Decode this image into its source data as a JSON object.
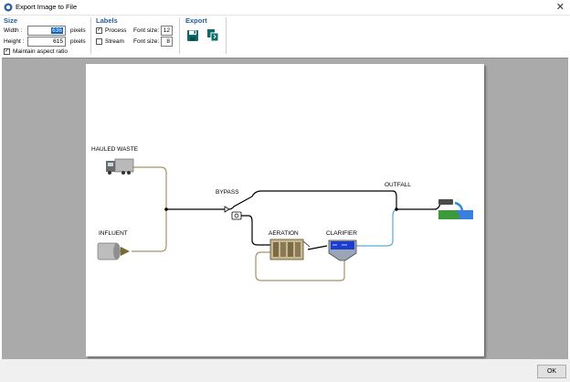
{
  "window": {
    "title": "Export Image to File",
    "close_glyph": "✕"
  },
  "size": {
    "title": "Size",
    "width_label": "Width :",
    "width_value": "636",
    "width_unit": "pixels",
    "height_label": "Height :",
    "height_value": "615",
    "height_unit": "pixels",
    "aspect_label": "Maintain aspect ratio",
    "aspect_checked": true
  },
  "labels": {
    "title": "Labels",
    "process_label": "Process",
    "process_checked": true,
    "stream_label": "Stream",
    "stream_checked": false,
    "process_font_label": "Font size:",
    "process_font_value": "12",
    "stream_font_label": "Font size:",
    "stream_font_value": "8"
  },
  "export": {
    "title": "Export",
    "save_icon": "save-icon",
    "copy_icon": "copy-icon"
  },
  "diagram": {
    "labels": {
      "hauled_waste": "HAULED WASTE",
      "influent": "INFLUENT",
      "bypass": "BYPASS",
      "aeration": "AERATION",
      "clarifier": "CLARIFIER",
      "outfall": "OUTFALL"
    }
  },
  "footer": {
    "ok_label": "OK"
  },
  "colors": {
    "group_title": "#1f5f9f",
    "canvas_bg": "#aaaaaa",
    "clarifier_water": "#1a3ccf",
    "outfall_pipe": "#5aa8d8",
    "sludge_pipe": "#a89060"
  }
}
